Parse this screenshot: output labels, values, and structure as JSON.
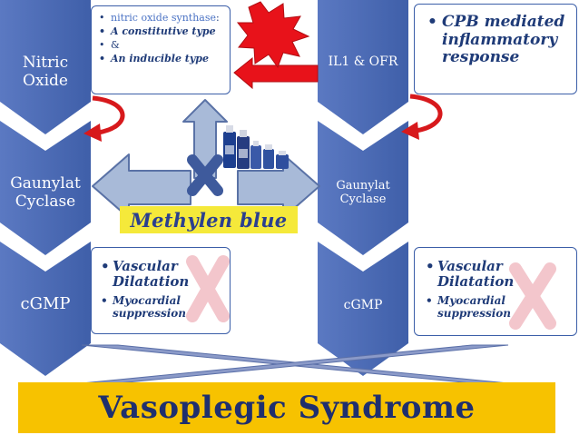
{
  "left_column": {
    "steps": [
      "Nitric Oxide",
      "Gaunylat Cyclase",
      "cGMP"
    ],
    "top_card": {
      "items": [
        {
          "text": "nitric oxide synthase",
          "suffix": ":"
        },
        {
          "text": "A constitutive type"
        },
        {
          "text": "&"
        },
        {
          "text": "An inducible type"
        }
      ]
    },
    "bottom_card": {
      "items": [
        {
          "text": "Vascular Dilatation"
        },
        {
          "text": "Myocardial suppression"
        }
      ]
    }
  },
  "right_column": {
    "steps": [
      "IL1 & OFR",
      "Gaunylat Cyclase",
      "cGMP"
    ],
    "top_card": {
      "items": [
        {
          "text": "CPB mediated inflammatory response"
        }
      ]
    },
    "bottom_card": {
      "items": [
        {
          "text": "Vascular Dilatation"
        },
        {
          "text": "Myocardial suppression"
        }
      ]
    }
  },
  "drug_label": "Methylen blue",
  "banner": "Vasoplegic Syndrome",
  "colors": {
    "chevron": "#4a6ab5",
    "text_blue": "#1f3b78",
    "banner_yellow": "#f7c200",
    "drug_box": "#f5e93a",
    "arrow_red": "#d7191c",
    "starburst": "#e8121a",
    "block_arrow": "#a8bad8",
    "x_mark": "#3e5a9c"
  },
  "icons": [
    "starburst-icon",
    "red-arrow-icon",
    "curved-arrow-icon",
    "block-arrow-icon",
    "x-mark-icon",
    "vials-icon"
  ]
}
